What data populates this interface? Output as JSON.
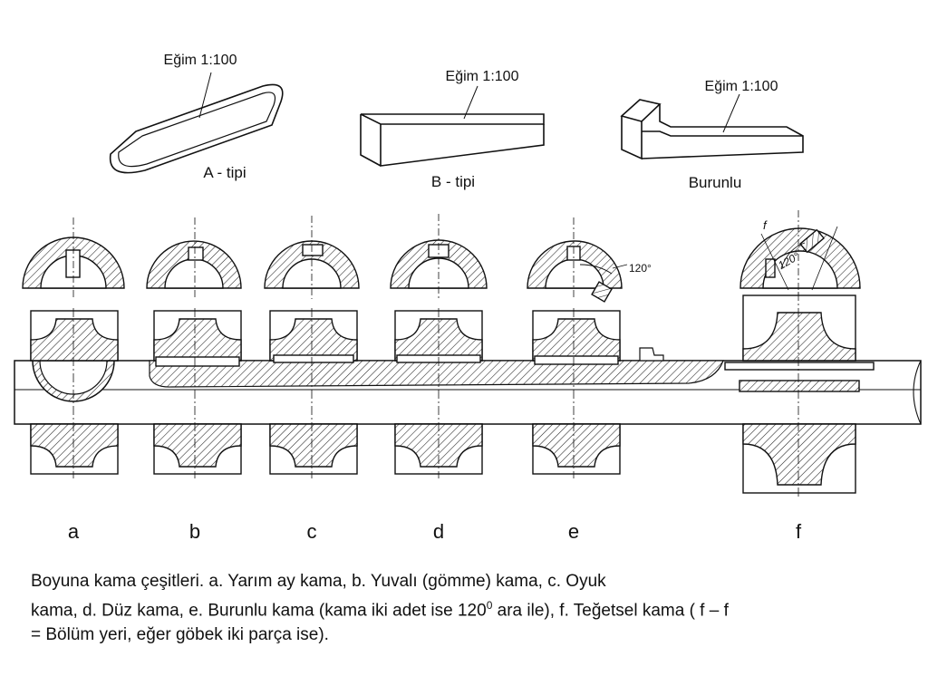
{
  "top_keys": {
    "a_type": {
      "slope_label": "Eğim 1:100",
      "name": "A - tipi"
    },
    "b_type": {
      "slope_label": "Eğim 1:100",
      "name": "B - tipi"
    },
    "nosed": {
      "slope_label": "Eğim 1:100",
      "name": "Burunlu"
    }
  },
  "angle_e": "120°",
  "angle_f": "120°",
  "section_mark": "f",
  "positions": [
    "a",
    "b",
    "c",
    "d",
    "e",
    "f"
  ],
  "caption": {
    "part1": "Boyuna kama çeşitleri. a. Yarım ay kama, b. Yuvalı (gömme) kama, c. Oyuk",
    "part2": "kama, d. Düz kama, e. Burunlu kama (kama iki adet ise 120",
    "sup": "0",
    "part3": " ara ile), f. Teğetsel kama ( f – f",
    "part4": "= Bölüm yeri, eğer göbek iki parça ise)."
  }
}
